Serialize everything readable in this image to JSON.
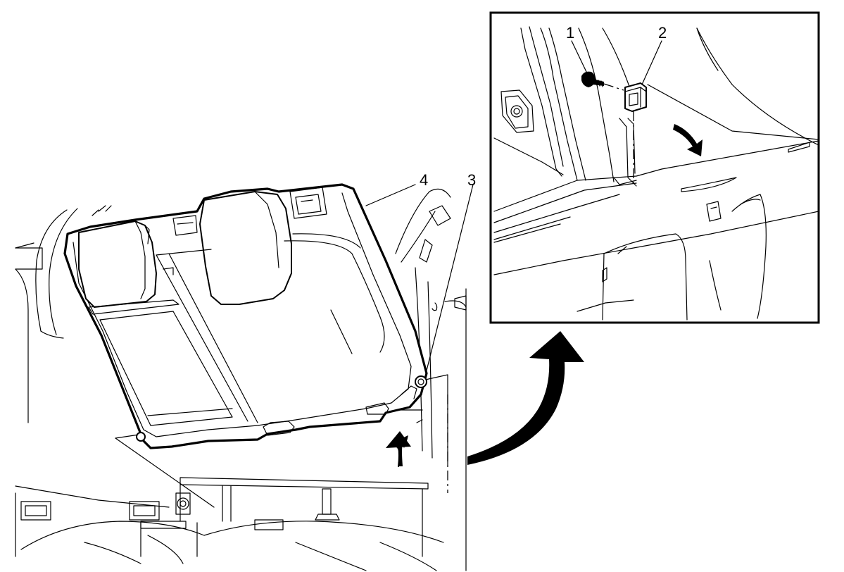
{
  "callouts": {
    "fastener": "1",
    "retainer": "2",
    "pivot": "3",
    "seatback": "4"
  },
  "colors": {
    "line": "#000000",
    "background": "#ffffff"
  }
}
